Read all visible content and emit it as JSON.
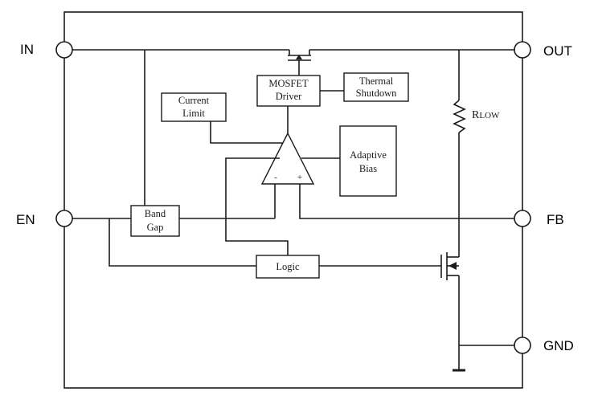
{
  "pins": {
    "in": "IN",
    "out": "OUT",
    "en": "EN",
    "fb": "FB",
    "gnd": "GND"
  },
  "blocks": {
    "mosfet_driver_l1": "MOSFET",
    "mosfet_driver_l2": "Driver",
    "thermal_l1": "Thermal",
    "thermal_l2": "Shutdown",
    "current_l1": "Current",
    "current_l2": "Limit",
    "adaptive_l1": "Adaptive",
    "adaptive_l2": "Bias",
    "bandgap_l1": "Band",
    "bandgap_l2": "Gap",
    "logic": "Logic"
  },
  "resistor": {
    "r_main": "R",
    "r_sub": "LOW"
  },
  "amplifier": {
    "minus": "-",
    "plus": "+"
  }
}
